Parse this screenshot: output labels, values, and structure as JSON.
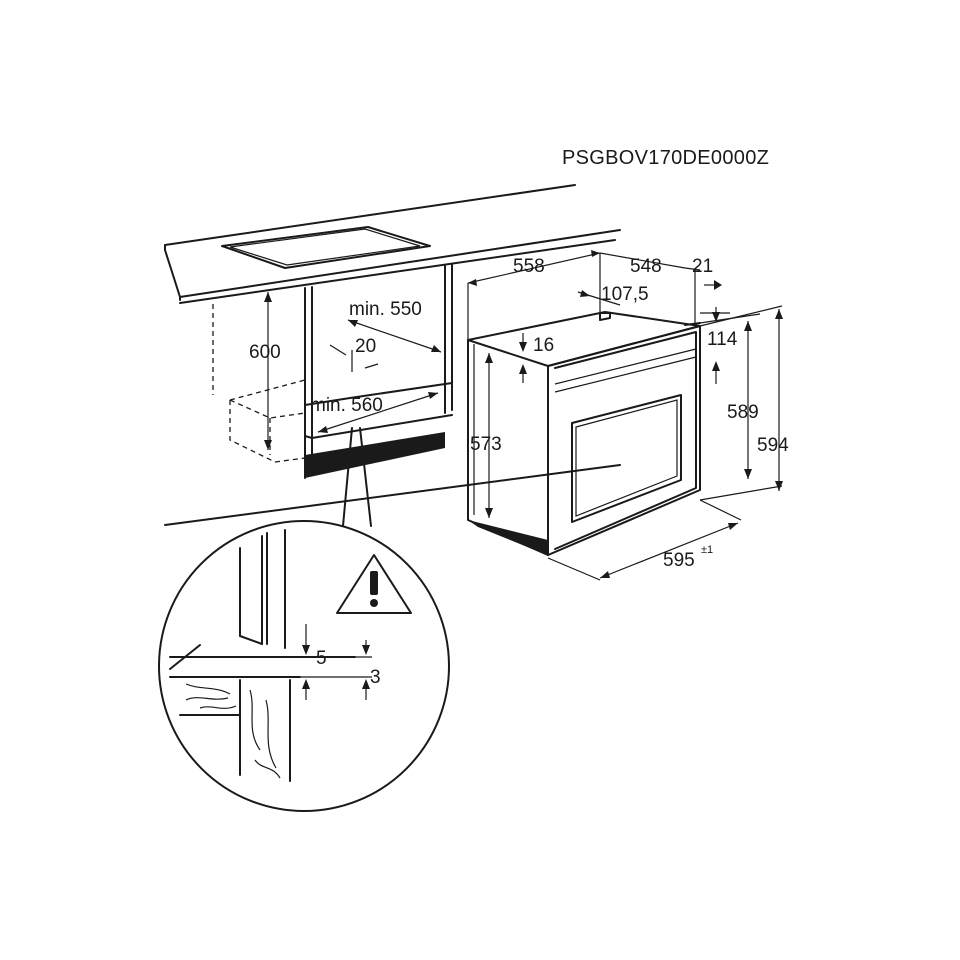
{
  "model_code": "PSGBOV170DE0000Z",
  "dimensions": {
    "niche_height": "600",
    "niche_depth_min": "min. 550",
    "niche_width_min": "min. 560",
    "back_gap": "20",
    "oven_depth_total": "558",
    "oven_body_depth": "548",
    "front_panel_thickness": "21",
    "control_offset": "107,5",
    "top_gap": "16",
    "front_offset": "114",
    "body_height": "573",
    "front_inner_height": "589",
    "front_height": "594",
    "oven_width": "595",
    "oven_width_tolerance": "±1"
  },
  "detail": {
    "gap_a": "5",
    "gap_b": "3"
  },
  "warning_icon": "warning-triangle-icon",
  "colors": {
    "line": "#1a1a1a",
    "background": "#ffffff"
  }
}
